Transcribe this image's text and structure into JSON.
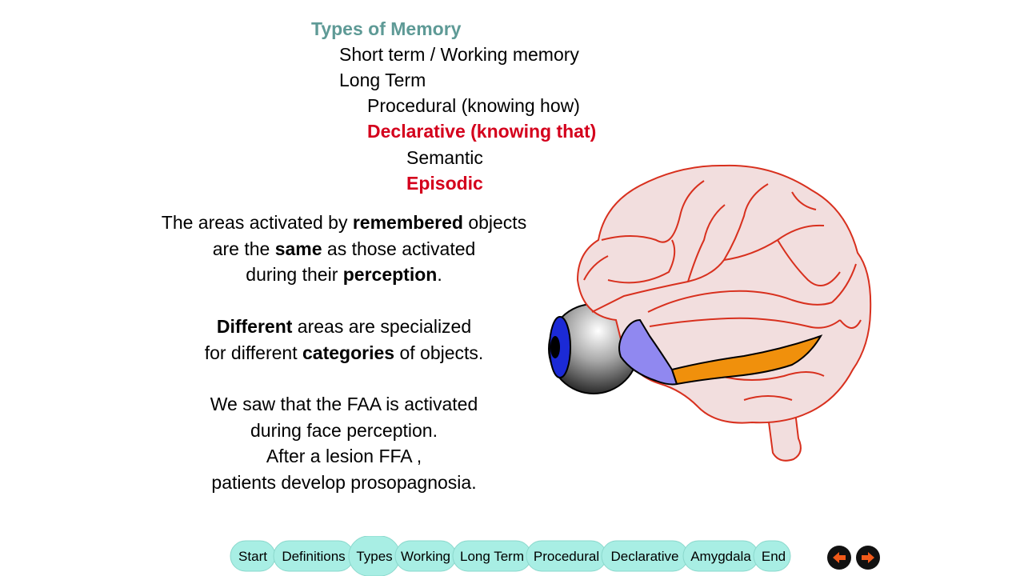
{
  "outline": {
    "title": "Types of Memory",
    "items": [
      {
        "text": "Short term / Working memory",
        "level": 1,
        "highlight": false
      },
      {
        "text": "Long Term",
        "level": 1,
        "highlight": false
      },
      {
        "text": "Procedural (knowing how)",
        "level": 2,
        "highlight": false
      },
      {
        "text": "Declarative (knowing that)",
        "level": 2,
        "highlight": true
      },
      {
        "text": "Semantic",
        "level": 3,
        "highlight": false
      },
      {
        "text": "Episodic",
        "level": 3,
        "highlight": true
      }
    ]
  },
  "paragraphs": {
    "p1": {
      "l1a": "The areas activated by ",
      "l1b": "remembered",
      "l1c": " objects",
      "l2a": "are the ",
      "l2b": "same",
      "l2c": " as those activated",
      "l3a": "during their ",
      "l3b": "perception",
      "l3c": "."
    },
    "p2": {
      "l1a": "Different",
      "l1b": " areas are specialized",
      "l2a": "for different ",
      "l2b": "categories",
      "l2c": " of objects."
    },
    "p3": {
      "l1": "We saw that the FAA is activated",
      "l2": "during face perception.",
      "l3": "After a lesion FFA ,",
      "l4": "patients develop prosopagnosia."
    }
  },
  "nav": {
    "items": [
      "Start",
      "Definitions",
      "Types",
      "Working",
      "Long Term",
      "Procedural",
      "Declarative",
      "Amygdala",
      "End"
    ],
    "active": "Types"
  },
  "colors": {
    "title": "#5e9a96",
    "highlight": "#d4001c",
    "brain_fill": "#f2dede",
    "brain_outline": "#d8301e",
    "region_purple": "#9088f0",
    "region_orange": "#f0900c",
    "nav_bg": "#a8eee4"
  },
  "icons": {
    "prev": "left-arrow-icon",
    "next": "right-arrow-icon",
    "eye": "eyeball-icon"
  }
}
